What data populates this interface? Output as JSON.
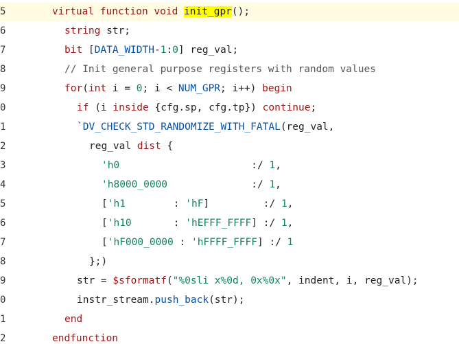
{
  "editor": {
    "lines": [
      {
        "no": "5",
        "indent": 76,
        "highlighted": true,
        "tokens": [
          {
            "t": "virtual function void ",
            "c": "kw"
          },
          {
            "t": "init_gpr",
            "c": "plain",
            "hl": true
          },
          {
            "t": "();",
            "c": "plain"
          }
        ]
      },
      {
        "no": "6",
        "indent": 94,
        "tokens": [
          {
            "t": "string",
            "c": "kw"
          },
          {
            "t": " str;",
            "c": "plain"
          }
        ]
      },
      {
        "no": "7",
        "indent": 94,
        "tokens": [
          {
            "t": "bit",
            "c": "kw"
          },
          {
            "t": " [",
            "c": "plain"
          },
          {
            "t": "DATA_WIDTH",
            "c": "const"
          },
          {
            "t": "-",
            "c": "plain"
          },
          {
            "t": "1",
            "c": "num"
          },
          {
            "t": ":",
            "c": "plain"
          },
          {
            "t": "0",
            "c": "num"
          },
          {
            "t": "] reg_val;",
            "c": "plain"
          }
        ]
      },
      {
        "no": "8",
        "indent": 94,
        "tokens": [
          {
            "t": "// Init general purpose registers with random values",
            "c": "cmt"
          }
        ]
      },
      {
        "no": "9",
        "indent": 94,
        "tokens": [
          {
            "t": "for",
            "c": "kw"
          },
          {
            "t": "(",
            "c": "plain"
          },
          {
            "t": "int",
            "c": "kw"
          },
          {
            "t": " i = ",
            "c": "plain"
          },
          {
            "t": "0",
            "c": "num"
          },
          {
            "t": "; i < ",
            "c": "plain"
          },
          {
            "t": "NUM_GPR",
            "c": "const"
          },
          {
            "t": "; i++) ",
            "c": "plain"
          },
          {
            "t": "begin",
            "c": "kw"
          }
        ]
      },
      {
        "no": "0",
        "indent": 112,
        "tokens": [
          {
            "t": "if",
            "c": "kw"
          },
          {
            "t": " (i ",
            "c": "plain"
          },
          {
            "t": "inside",
            "c": "kw"
          },
          {
            "t": " {cfg.sp, cfg.tp}) ",
            "c": "plain"
          },
          {
            "t": "continue",
            "c": "kw"
          },
          {
            "t": ";",
            "c": "plain"
          }
        ]
      },
      {
        "no": "1",
        "indent": 112,
        "tokens": [
          {
            "t": "`DV_CHECK_STD_RANDOMIZE_WITH_FATAL",
            "c": "macro"
          },
          {
            "t": "(reg_val,",
            "c": "plain"
          }
        ]
      },
      {
        "no": "2",
        "indent": 130,
        "tokens": [
          {
            "t": "reg_val ",
            "c": "plain"
          },
          {
            "t": "dist",
            "c": "kw"
          },
          {
            "t": " {",
            "c": "plain"
          }
        ]
      },
      {
        "no": "3",
        "indent": 148,
        "tokens": [
          {
            "t": "'h0",
            "c": "num"
          },
          {
            "t": "                      :/ ",
            "c": "plain"
          },
          {
            "t": "1",
            "c": "num"
          },
          {
            "t": ",",
            "c": "plain"
          }
        ]
      },
      {
        "no": "4",
        "indent": 148,
        "tokens": [
          {
            "t": "'h8000_0000",
            "c": "num"
          },
          {
            "t": "              :/ ",
            "c": "plain"
          },
          {
            "t": "1",
            "c": "num"
          },
          {
            "t": ",",
            "c": "plain"
          }
        ]
      },
      {
        "no": "5",
        "indent": 148,
        "tokens": [
          {
            "t": "[",
            "c": "plain"
          },
          {
            "t": "'h1",
            "c": "num"
          },
          {
            "t": "        : ",
            "c": "plain"
          },
          {
            "t": "'hF",
            "c": "num"
          },
          {
            "t": "]         :/ ",
            "c": "plain"
          },
          {
            "t": "1",
            "c": "num"
          },
          {
            "t": ",",
            "c": "plain"
          }
        ]
      },
      {
        "no": "6",
        "indent": 148,
        "tokens": [
          {
            "t": "[",
            "c": "plain"
          },
          {
            "t": "'h10",
            "c": "num"
          },
          {
            "t": "       : ",
            "c": "plain"
          },
          {
            "t": "'hEFFF_FFFF",
            "c": "num"
          },
          {
            "t": "] :/ ",
            "c": "plain"
          },
          {
            "t": "1",
            "c": "num"
          },
          {
            "t": ",",
            "c": "plain"
          }
        ]
      },
      {
        "no": "7",
        "indent": 148,
        "tokens": [
          {
            "t": "[",
            "c": "plain"
          },
          {
            "t": "'hF000_0000",
            "c": "num"
          },
          {
            "t": " : ",
            "c": "plain"
          },
          {
            "t": "'hFFFF_FFFF",
            "c": "num"
          },
          {
            "t": "] :/ ",
            "c": "plain"
          },
          {
            "t": "1",
            "c": "num"
          }
        ]
      },
      {
        "no": "8",
        "indent": 130,
        "tokens": [
          {
            "t": "};)",
            "c": "plain"
          }
        ]
      },
      {
        "no": "9",
        "indent": 112,
        "tokens": [
          {
            "t": "str = ",
            "c": "plain"
          },
          {
            "t": "$sformatf",
            "c": "kw"
          },
          {
            "t": "(",
            "c": "plain"
          },
          {
            "t": "\"%0sli x%0d, 0x%0x\"",
            "c": "str"
          },
          {
            "t": ", indent, i, reg_val);",
            "c": "plain"
          }
        ]
      },
      {
        "no": "0",
        "indent": 112,
        "tokens": [
          {
            "t": "instr_stream.",
            "c": "plain"
          },
          {
            "t": "push_back",
            "c": "const"
          },
          {
            "t": "(str);",
            "c": "plain"
          }
        ]
      },
      {
        "no": "1",
        "indent": 94,
        "tokens": [
          {
            "t": "end",
            "c": "kw"
          }
        ]
      },
      {
        "no": "2",
        "indent": 76,
        "tokens": [
          {
            "t": "endfunction",
            "c": "kw"
          }
        ]
      }
    ]
  }
}
